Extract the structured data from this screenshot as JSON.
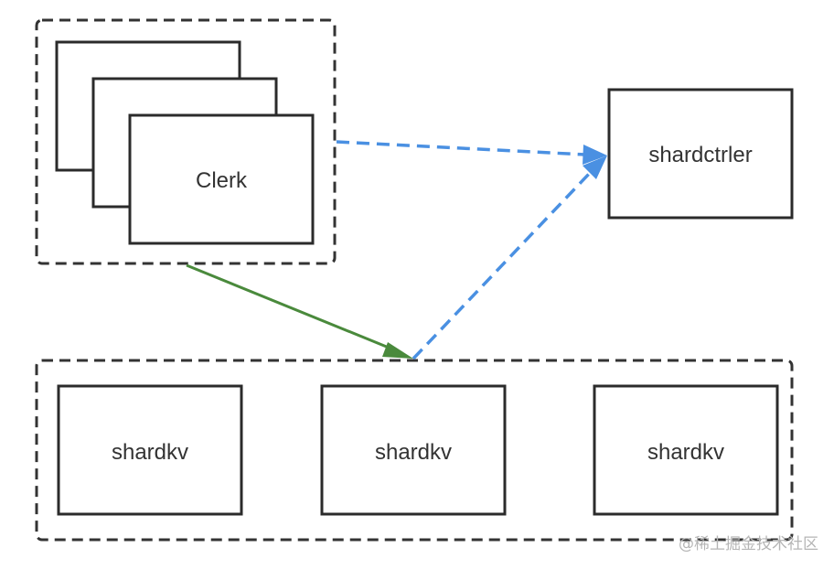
{
  "diagram": {
    "clerk_label": "Clerk",
    "shardctrler_label": "shardctrler",
    "shardkv_labels": [
      "shardkv",
      "shardkv",
      "shardkv"
    ],
    "watermark": "@稀土掘金技术社区",
    "colors": {
      "box_border": "#2b2b2b",
      "dashed_group_border": "#333333",
      "blue_arrow": "#4a90e2",
      "green_arrow": "#4a8a3c",
      "text": "#333333",
      "watermark": "#b5b5b5"
    }
  }
}
